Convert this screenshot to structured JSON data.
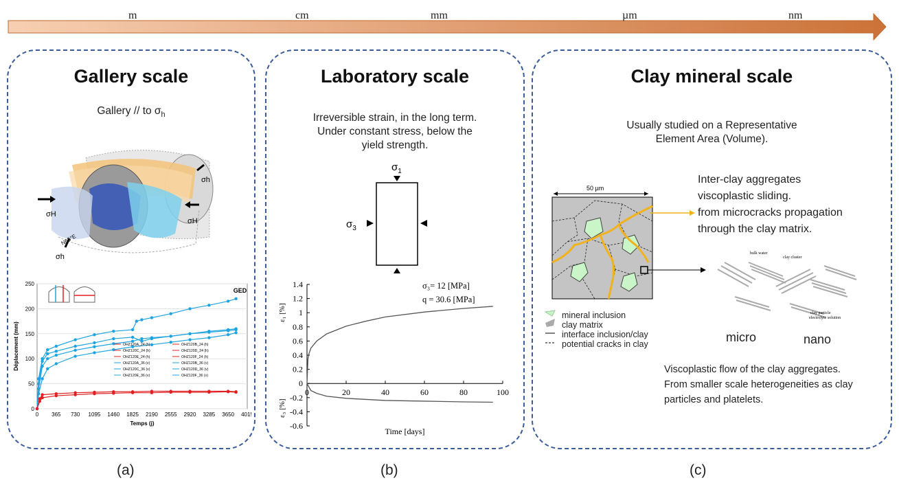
{
  "scale_arrow": {
    "labels": [
      "m",
      "cm",
      "mm",
      "µm",
      "nm"
    ]
  },
  "panel_a": {
    "title": "Gallery scale",
    "subtitle": "Gallery // to σ",
    "subtitle_sub": "h",
    "stress_labels": [
      "σH",
      "σH",
      "σh",
      "σh"
    ],
    "orientation_label": "N65°E",
    "caption": "(a)"
  },
  "panel_b": {
    "title": "Laboratory scale",
    "description": [
      "Irreversible strain, in the long term.",
      "Under constant stress, below the",
      "yield strength."
    ],
    "sigma1": "σ",
    "sigma1_sub": "1",
    "sigma3": "σ",
    "sigma3_sub": "3",
    "caption": "(b)"
  },
  "panel_c": {
    "title": "Clay mineral scale",
    "description": [
      "Usually studied on a Representative",
      "Element Area (Volume)."
    ],
    "scale_bar": "50 µm",
    "aggregates_text": [
      "Inter-clay aggregates",
      "viscoplastic sliding.",
      "from microcracks propagation",
      "through the clay matrix."
    ],
    "micro_labels": [
      "bulk water",
      "clay cluster",
      "clay particle",
      "electrolyte solution"
    ],
    "legend": [
      "mineral inclusion",
      "clay matrix",
      "interface inclusion/clay",
      "potential cracks in clay"
    ],
    "micro": "micro",
    "nano": "nano",
    "flow_text": [
      "Viscoplastic flow of the clay aggregates.",
      "From smaller scale heterogeneities as clay",
      "particles and platelets."
    ],
    "caption": "(c)"
  },
  "colors": {
    "arrow_light": "#f6c8a8",
    "arrow_dark": "#c8703a",
    "panel_border": "#3a5a9a",
    "crack": "#f2b21c",
    "inclusion": "#c9f5c9",
    "blue_series": "#1fa3e0",
    "red_series": "#e02020"
  },
  "chart_data": [
    {
      "type": "line",
      "xlabel": "Temps (j)",
      "ylabel": "Déplacement (mm)",
      "xlim": [
        0,
        4015
      ],
      "ylim": [
        0,
        250
      ],
      "x_ticks": [
        "0",
        "365",
        "730",
        "1095",
        "1460",
        "1825",
        "2190",
        "2555",
        "2920",
        "3285",
        "3650",
        "4015"
      ],
      "y_ticks": [
        "0",
        "50",
        "100",
        "150",
        "200",
        "250"
      ],
      "annotation": "GED",
      "legend": [
        "OHZ120A_24 (h)",
        "OHZ120B_24 (h)",
        "OHZ120C_24 (h)",
        "OHZ120D_24 (h)",
        "OHZ120E_24 (h)",
        "OHZ120F_24 (h)",
        "OHZ120A_36 (v)",
        "OHZ120B_36 (v)",
        "OHZ120C_36 (v)",
        "OHZ120D_36 (v)",
        "OHZ120E_36 (v)",
        "OHZ120F_36 (v)"
      ],
      "series": [
        {
          "x": [
            0,
            30,
            100,
            200,
            365,
            730,
            1095,
            1460,
            1825,
            1900,
            2000,
            2190,
            2555,
            2920,
            3285,
            3650,
            3800
          ],
          "values": [
            0,
            60,
            100,
            118,
            125,
            138,
            148,
            155,
            158,
            175,
            178,
            182,
            190,
            200,
            207,
            215,
            220
          ]
        },
        {
          "x": [
            0,
            30,
            100,
            200,
            365,
            730,
            1095,
            1460,
            1825,
            2000,
            2190,
            2555,
            2920,
            3285,
            3650,
            3800
          ],
          "values": [
            0,
            50,
            95,
            110,
            115,
            125,
            132,
            140,
            143,
            135,
            140,
            145,
            150,
            155,
            158,
            160
          ]
        },
        {
          "x": [
            0,
            30,
            100,
            200,
            365,
            730,
            1095,
            1460,
            1825,
            2000,
            2190,
            2555,
            2920,
            3285,
            3650,
            3800
          ],
          "values": [
            0,
            40,
            85,
            100,
            107,
            117,
            124,
            130,
            135,
            140,
            142,
            145,
            150,
            153,
            156,
            158
          ]
        },
        {
          "x": [
            0,
            30,
            100,
            200,
            365,
            730,
            1095,
            1460,
            1825,
            2190,
            2555,
            2920,
            3285,
            3650,
            3800
          ],
          "values": [
            0,
            30,
            60,
            80,
            90,
            105,
            112,
            118,
            124,
            128,
            133,
            138,
            142,
            148,
            152
          ]
        },
        {
          "x": [
            0,
            50,
            100,
            365,
            730,
            1095,
            1460,
            1825,
            2190,
            2555,
            2920,
            3285,
            3650,
            3800
          ],
          "values": [
            0,
            20,
            28,
            30,
            32,
            33,
            34,
            34,
            35,
            35,
            35,
            35,
            35,
            34
          ]
        },
        {
          "x": [
            0,
            50,
            100,
            365,
            730,
            1095,
            1460,
            1825,
            2190,
            2555,
            2920,
            3285,
            3650,
            3800
          ],
          "values": [
            0,
            15,
            22,
            26,
            28,
            30,
            31,
            32,
            32,
            33,
            33,
            33,
            34,
            33
          ]
        }
      ]
    },
    {
      "type": "line",
      "xlabel": "Time [days]",
      "ylabel_top": "ε₁ [%]",
      "ylabel_bottom": "ε₃ [%]",
      "xlim": [
        0,
        100
      ],
      "ylim": [
        -0.6,
        1.4
      ],
      "x_ticks": [
        "0",
        "20",
        "40",
        "60",
        "80",
        "100"
      ],
      "y_ticks": [
        "-0.6",
        "-0.4",
        "-0.2",
        "0",
        "0.2",
        "0.4",
        "0.6",
        "0.8",
        "1",
        "1.2",
        "1.4"
      ],
      "annotation": [
        "σ₃= 12 [MPa]",
        "q = 30.6 [MPa]"
      ],
      "series": [
        {
          "x": [
            0,
            0.5,
            1,
            2,
            5,
            10,
            20,
            30,
            40,
            60,
            80,
            95
          ],
          "values": [
            0,
            0.35,
            0.42,
            0.5,
            0.6,
            0.7,
            0.81,
            0.88,
            0.94,
            1.01,
            1.06,
            1.09
          ]
        },
        {
          "x": [
            0,
            2,
            5,
            10,
            20,
            40,
            60,
            80,
            95
          ],
          "values": [
            0,
            -0.1,
            -0.14,
            -0.18,
            -0.21,
            -0.24,
            -0.25,
            -0.26,
            -0.265
          ]
        }
      ]
    }
  ]
}
